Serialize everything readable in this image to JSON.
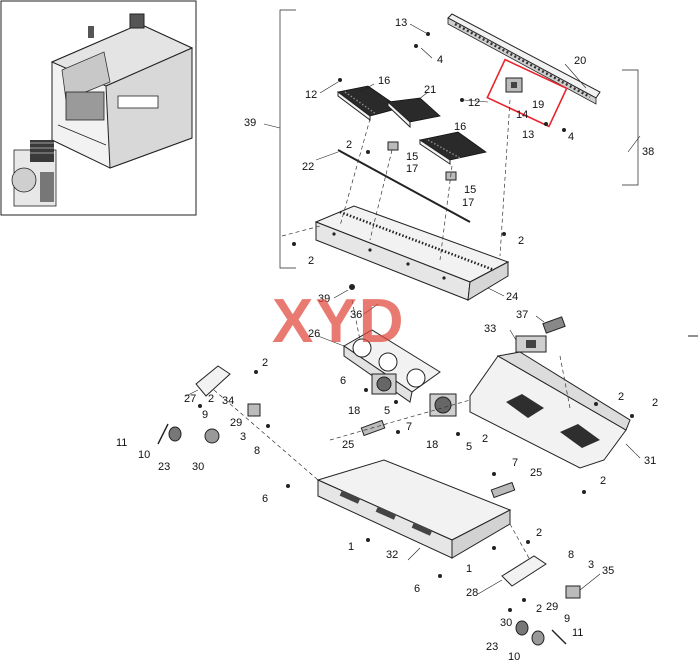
{
  "watermark": "XYD",
  "callouts": [
    "1",
    "2",
    "3",
    "4",
    "5",
    "6",
    "7",
    "8",
    "9",
    "10",
    "11",
    "12",
    "13",
    "14",
    "15",
    "16",
    "17",
    "18",
    "19",
    "20",
    "21",
    "22",
    "23",
    "24",
    "25",
    "26",
    "27",
    "28",
    "29",
    "30",
    "31",
    "32",
    "33",
    "34",
    "35",
    "36",
    "37",
    "38",
    "39"
  ],
  "highlight_color": "#e8262e",
  "watermark_color": "#e0473a"
}
